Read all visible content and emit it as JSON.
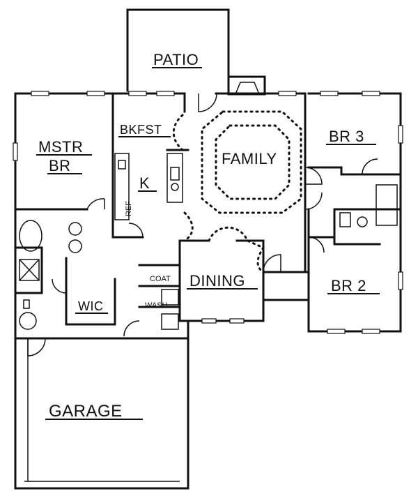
{
  "rooms": {
    "patio": "PATIO",
    "bkfst": "BKFST",
    "family": "FAMILY",
    "br3": "BR 3",
    "mstr_br_line1": "MSTR",
    "mstr_br_line2": "BR",
    "kitchen": "K",
    "ref": "REF",
    "dining": "DINING",
    "br2": "BR 2",
    "wic": "WIC",
    "coat": "COAT",
    "wash": "WASH",
    "garage": "GARAGE"
  }
}
